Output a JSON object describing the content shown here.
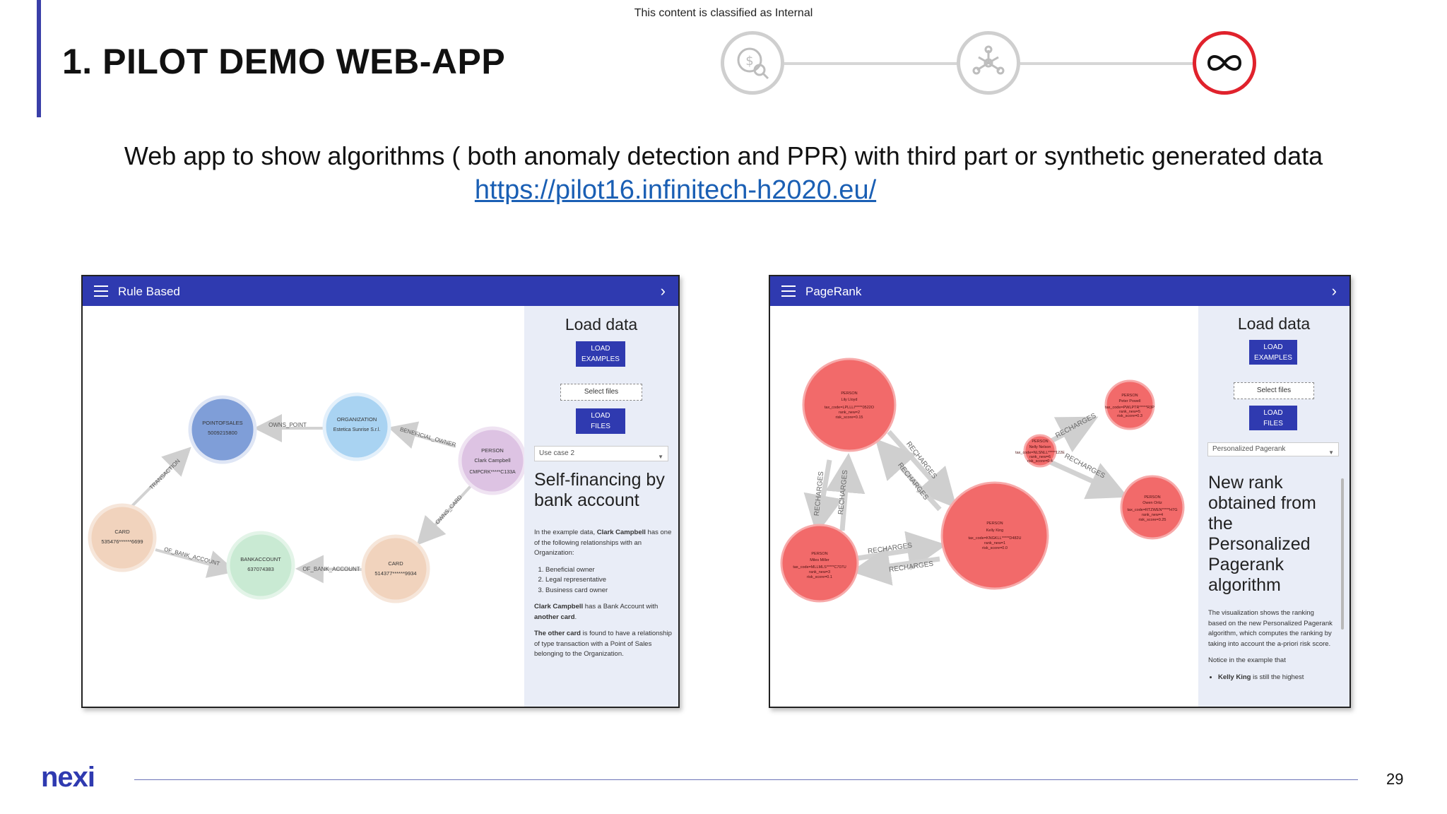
{
  "header": {
    "classification": "This content is classified as Internal",
    "title": "1. PILOT DEMO WEB-APP"
  },
  "stepper": {
    "steps": [
      {
        "icon": "money-search-icon",
        "active": false
      },
      {
        "icon": "network-icon",
        "active": false
      },
      {
        "icon": "infinity-icon",
        "active": true
      }
    ],
    "active_color": "#e0222c"
  },
  "intro": {
    "text": "Web app to show algorithms ( both anomaly detection and PPR) with third part or synthetic generated data",
    "url": "https://pilot16.infinitech-h2020.eu/"
  },
  "left_panel": {
    "app_title": "Rule Based",
    "sidebar": {
      "heading": "Load data",
      "load_examples": "LOAD\nEXAMPLES",
      "select_files": "Select files",
      "load_files": "LOAD\nFILES",
      "dropdown_value": "Use case 2",
      "case_title": "Self-financing by bank account",
      "desc_intro_pre": "In the example data, ",
      "desc_intro_name": "Clark Campbell",
      "desc_intro_post": " has one of the following relationships with an Organization:",
      "relationships": [
        "Beneficial owner",
        "Legal representative",
        "Business card owner"
      ],
      "p2_name": "Clark Campbell",
      "p2_mid": " has a Bank Account with ",
      "p2_end": "another card",
      "p2_dot": ".",
      "p3_bold": "The other card",
      "p3_rest": " is found to have a relationship of type transaction with a Point of Sales belonging to the Organization."
    },
    "nodes": {
      "pointofsales": {
        "type": "POINTOFSALES",
        "value": "5009215800"
      },
      "organization": {
        "type": "ORGANIZATION",
        "value": "Estetica Sunrise S.r.l."
      },
      "person": {
        "type": "PERSON",
        "name": "Clark Campbell",
        "value": "CMPCRK*****C133A"
      },
      "card1": {
        "type": "CARD",
        "value": "535476******6699"
      },
      "bankaccount": {
        "type": "BANKACCOUNT",
        "value": "637074383"
      },
      "card2": {
        "type": "CARD",
        "value": "514377******9934"
      }
    },
    "edges": {
      "owns_point": "OWNS_POINT",
      "beneficial_owner": "BENEFICIAL_OWNER",
      "owns_card": "OWNS_CARD",
      "transaction": "TRANSACTION",
      "of_bank_account_1": "OF_BANK_ACCOUNT",
      "of_bank_account_2": "OF_BANK_ACCOUNT"
    }
  },
  "right_panel": {
    "app_title": "PageRank",
    "sidebar": {
      "heading": "Load data",
      "load_examples": "LOAD\nEXAMPLES",
      "select_files": "Select files",
      "load_files": "LOAD\nFILES",
      "dropdown_value": "Personalized Pagerank",
      "case_title": "New rank obtained from the Personalized Pagerank algorithm",
      "desc": "The visualization shows the ranking based on the new Personalized Pagerank algorithm, which computes the ranking by taking into account the a-priori risk score.",
      "notice": "Notice in the example that",
      "bullet_name": "Kelly King",
      "bullet_rest": " is still the highest"
    },
    "nodes": {
      "lily": {
        "type": "PERSON",
        "name": "Lily Lloyd",
        "l1": "tax_code=LPLLLI*****0522O",
        "l2": "rank_new=2",
        "l3": "risk_score=0.15"
      },
      "peter": {
        "type": "PERSON",
        "name": "Peter Powell",
        "l1": "tax_code=PWLPTR*****R3P",
        "l2": "rank_new=5",
        "l3": "risk_score=0.3"
      },
      "nelly": {
        "type": "PERSON",
        "name": "Nelly Nelson",
        "l1": "tax_code=NLSNLL*****122E",
        "l2": "rank_new=6",
        "l3": "risk_score=0.4"
      },
      "owen": {
        "type": "PERSON",
        "name": "Owen Ortiz",
        "l1": "tax_code=RTZWEN*****H7G",
        "l2": "rank_new=4",
        "l3": "risk_score=0.25"
      },
      "kelly": {
        "type": "PERSON",
        "name": "Kelly King",
        "l1": "tax_code=KNGKLL*****D482U",
        "l2": "rank_new=1",
        "l3": "risk_score=0.0"
      },
      "miles": {
        "type": "PERSON",
        "name": "Miles Miller",
        "l1": "tax_code=MLLMLS*****C707U",
        "l2": "rank_new=3",
        "l3": "risk_score=0.1"
      }
    },
    "edge_label": "RECHARGES"
  },
  "footer": {
    "logo": "nexi",
    "page_number": "29"
  }
}
